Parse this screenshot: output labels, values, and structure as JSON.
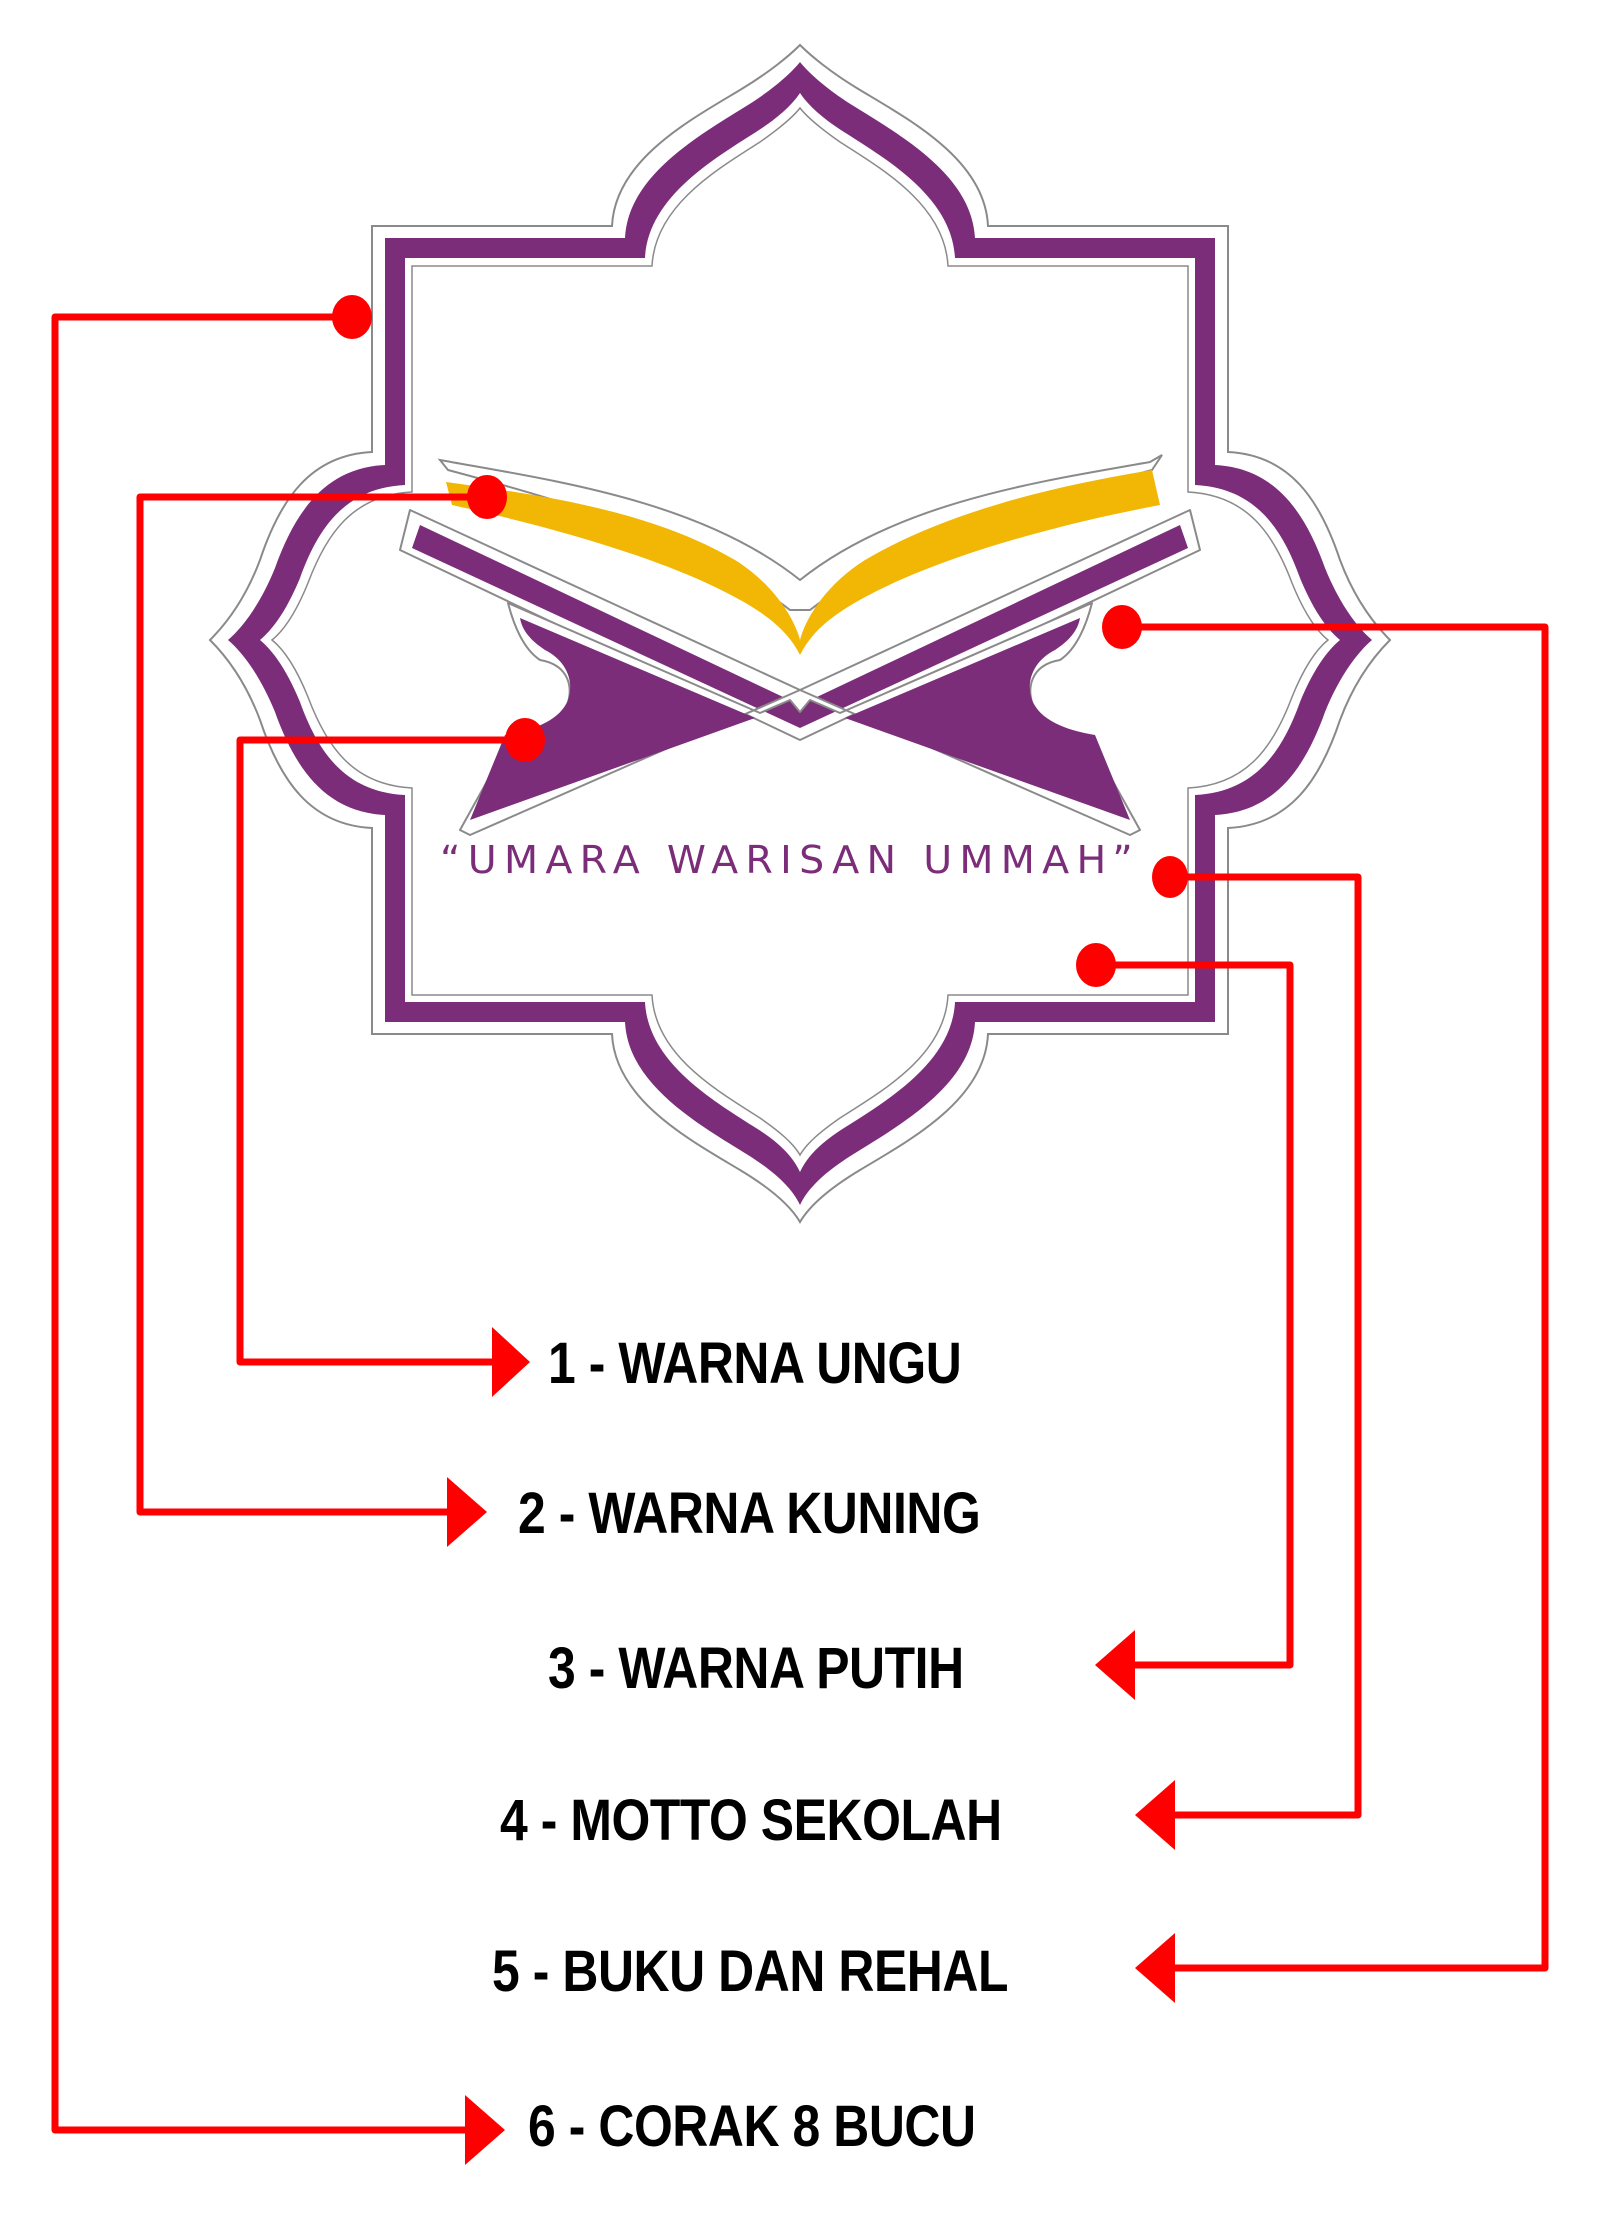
{
  "logo": {
    "motto": "“UMARA WARISAN UMMAH”",
    "colors": {
      "purple": "#7b2d7a",
      "yellow": "#f2b705",
      "white": "#ffffff",
      "outline": "#8a8a8a"
    }
  },
  "annotation_color": "#ff0000",
  "legend": [
    {
      "number": "1",
      "text": "1 - WARNA UNGU"
    },
    {
      "number": "2",
      "text": "2 - WARNA KUNING"
    },
    {
      "number": "3",
      "text": "3 - WARNA PUTIH"
    },
    {
      "number": "4",
      "text": "4 - MOTTO SEKOLAH"
    },
    {
      "number": "5",
      "text": "5 - BUKU DAN REHAL"
    },
    {
      "number": "6",
      "text": "6 - CORAK 8 BUCU"
    }
  ]
}
